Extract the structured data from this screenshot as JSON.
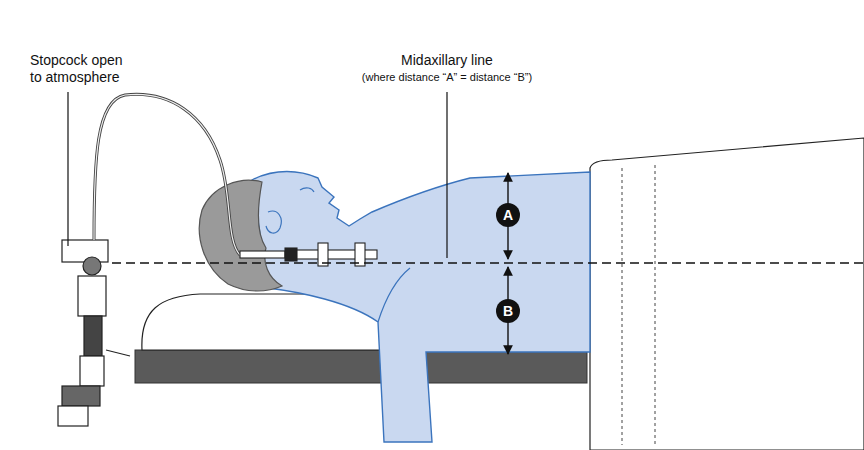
{
  "diagram": {
    "nodes": [
      {
        "text": [
          "A"
        ]
      },
      {
        "text": [
          "B"
        ]
      }
    ],
    "labels": [
      "Stopcock open to atmosphere",
      "Midaxillary line",
      "(where distance “A” = distance “B”)"
    ]
  }
}
